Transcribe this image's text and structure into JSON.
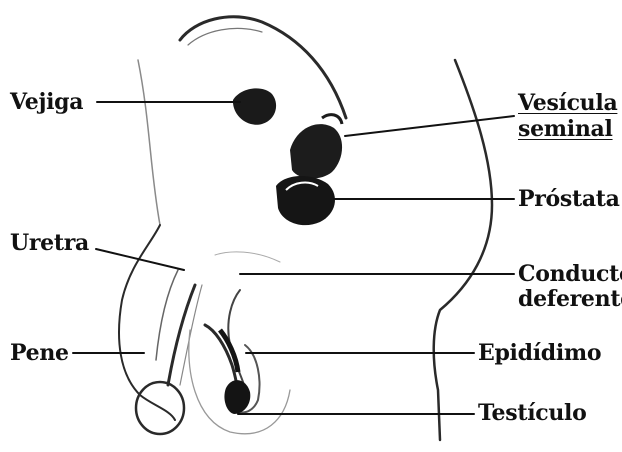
{
  "labels": {
    "vejiga": "Vejiga",
    "vesicula_1": "Vesícula",
    "vesicula_2": "seminal",
    "prostata": "Próstata",
    "uretra": "Uretra",
    "conducto_1": "Conducto",
    "conducto_2": "deferente",
    "pene": "Pene",
    "epididimo": "Epidídimo",
    "testiculo": "Testículo"
  },
  "colors": {
    "ink": "#111111",
    "outline": "#2a2a2a",
    "background": "#ffffff"
  }
}
